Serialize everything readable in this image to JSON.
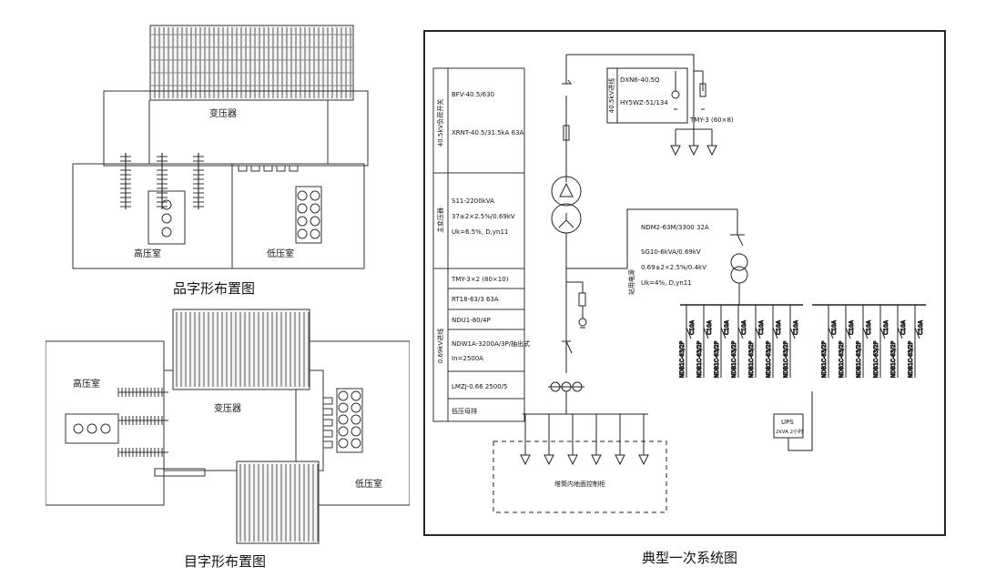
{
  "captions": {
    "pin_layout": "品字形布置图",
    "mu_layout": "目字形布置图",
    "system": "典型一次系统图"
  },
  "pin": {
    "transformer": "变压器",
    "hv_room": "高压室",
    "lv_room": "低压室"
  },
  "mu": {
    "hv_room": "高压室",
    "transformer": "变压器",
    "lv_room": "低压室"
  },
  "system": {
    "sec_40kv": "40.5kV负荷开关",
    "sec_main_tx": "主变压器",
    "sec_lv_in": "0.69kV进线",
    "bfv": "BFV-40.5/630",
    "xrnt": "XRNT-40.5/31.5kA 63A",
    "s11_1": "S11-2200kVA",
    "s11_2": "37±2×2.5%/0.69kV",
    "s11_3": "Uk=6.5%, D,yn11",
    "tmy1": "TMY-3×2 (80×10)",
    "rt18": "RT18-63/3 63A",
    "ndu1": "NDU1-80/4P",
    "ndw1a_1": "NDW1A-3200A/3P/抽出式",
    "ndw1a_2": "In=2500A",
    "lmzj": "LMZJ-0.66 2500/5",
    "lv_bus": "低压母排",
    "pt_label": "40.5kV进线",
    "dxn6": "DXN6-40.5Q",
    "hy5wz": "HY5WZ-51/134",
    "tmy3": "TMY-3 (60×8)",
    "ndm2": "NDM2-63M/3300 32A",
    "sg10_1": "SG10-6kVA/0.69kV",
    "sg10_2": "0.69±2×2.5%/0.4kV",
    "sg10_3": "Uk=4%, D,yn11",
    "aux_label": "站用电源",
    "feeder_mcb": "C10A",
    "feeder_breaker": "NDB1C-63/2P",
    "ups": "UPS",
    "ups_cap": "2kVA 2小时",
    "tower_panel": "塔筒内地面控制柜"
  }
}
